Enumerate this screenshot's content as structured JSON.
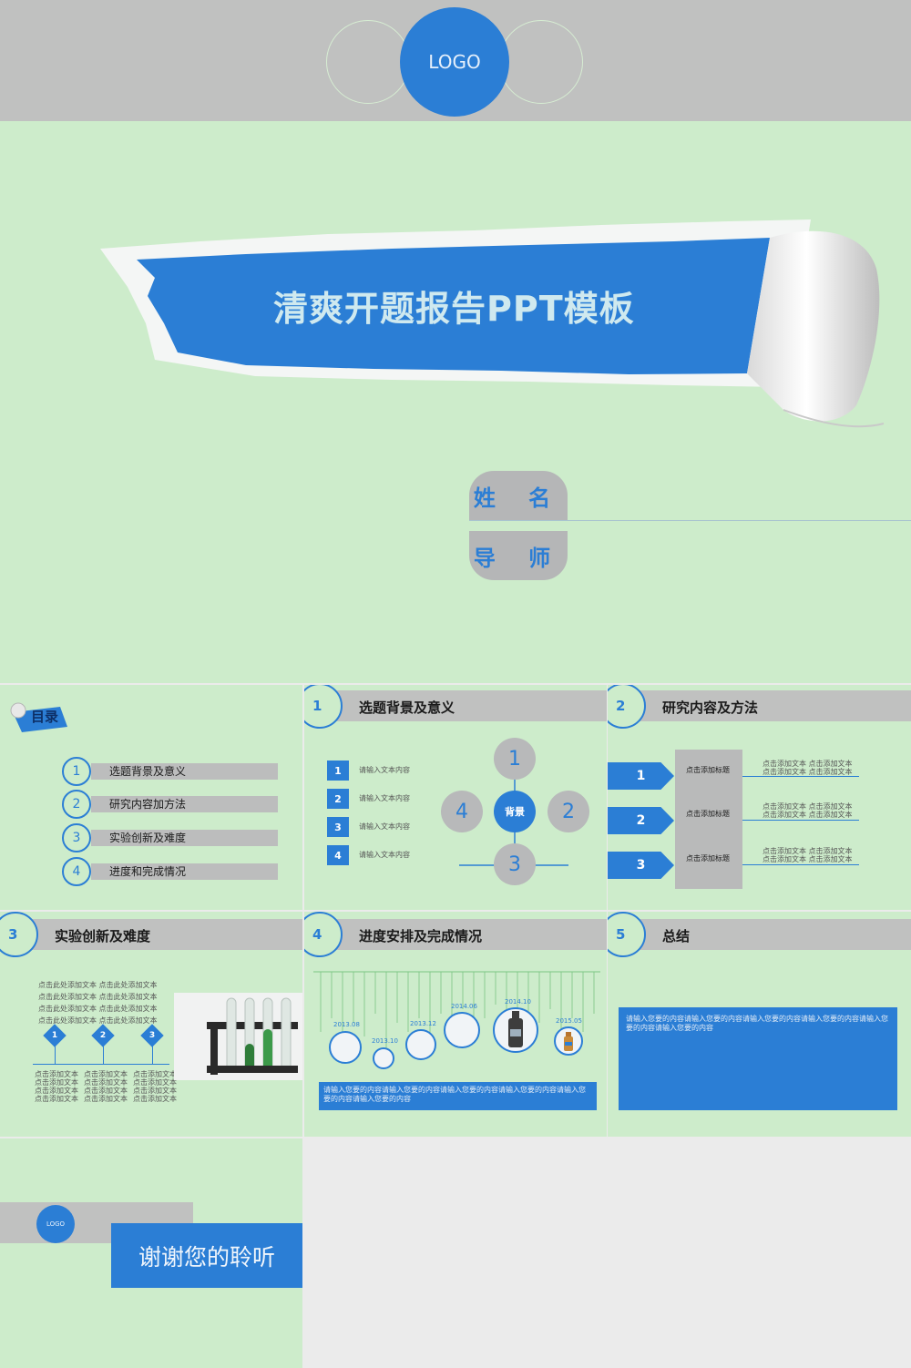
{
  "hero": {
    "logo": "LOGO",
    "title": "清爽开题报告PPT模板",
    "name_label": "姓 名",
    "advisor_label": "导 师"
  },
  "toc": {
    "heading": "目录",
    "items": [
      {
        "num": "1",
        "label": "选题背景及意义"
      },
      {
        "num": "2",
        "label": "研究内容加方法"
      },
      {
        "num": "3",
        "label": "实验创新及难度"
      },
      {
        "num": "4",
        "label": "进度和完成情况"
      }
    ]
  },
  "s1": {
    "num": "1",
    "title": "选题背景及意义",
    "list": [
      {
        "num": "1",
        "text": "请输入文本内容"
      },
      {
        "num": "2",
        "text": "请输入文本内容"
      },
      {
        "num": "3",
        "text": "请输入文本内容"
      },
      {
        "num": "4",
        "text": "请输入文本内容"
      }
    ],
    "center": "背景",
    "nodes": [
      "1",
      "2",
      "3",
      "4"
    ]
  },
  "s2": {
    "num": "2",
    "title": "研究内容及方法",
    "rows": [
      {
        "num": "1",
        "box": "点击添加标题",
        "line1": "点击添加文本 点击添加文本",
        "line2": "点击添加文本 点击添加文本"
      },
      {
        "num": "2",
        "box": "点击添加标题",
        "line1": "点击添加文本 点击添加文本",
        "line2": "点击添加文本 点击添加文本"
      },
      {
        "num": "3",
        "box": "点击添加标题",
        "line1": "点击添加文本 点击添加文本",
        "line2": "点击添加文本 点击添加文本"
      }
    ]
  },
  "s3": {
    "num": "3",
    "title": "实验创新及难度",
    "lines": [
      "点击此处添加文本 点击此处添加文本",
      "点击此处添加文本 点击此处添加文本",
      "点击此处添加文本 点击此处添加文本",
      "点击此处添加文本 点击此处添加文本"
    ],
    "markers": [
      "1",
      "2",
      "3"
    ],
    "col_text": [
      "点击添加文本",
      "点击添加文本",
      "点击添加文本",
      "点击添加文本"
    ]
  },
  "s4": {
    "num": "4",
    "title": "进度安排及完成情况",
    "years": [
      "2013.08",
      "2013.10",
      "2013.12",
      "2014.06",
      "2014.10",
      "2015.05"
    ],
    "desc": "请输入您要的内容请输入您要的内容请输入您要的内容请输入您要的内容请输入您要的内容请输入您要的内容"
  },
  "s5": {
    "num": "5",
    "title": "总结",
    "body": "请输入您要的内容请输入您要的内容请输入您要的内容请输入您要的内容请输入您要的内容请输入您要的内容"
  },
  "end": {
    "logo": "LOGO",
    "thanks": "谢谢您的聆听"
  },
  "colors": {
    "accent": "#2b7ed5",
    "background": "#cdeccb",
    "gray": "#c0c1c0"
  }
}
